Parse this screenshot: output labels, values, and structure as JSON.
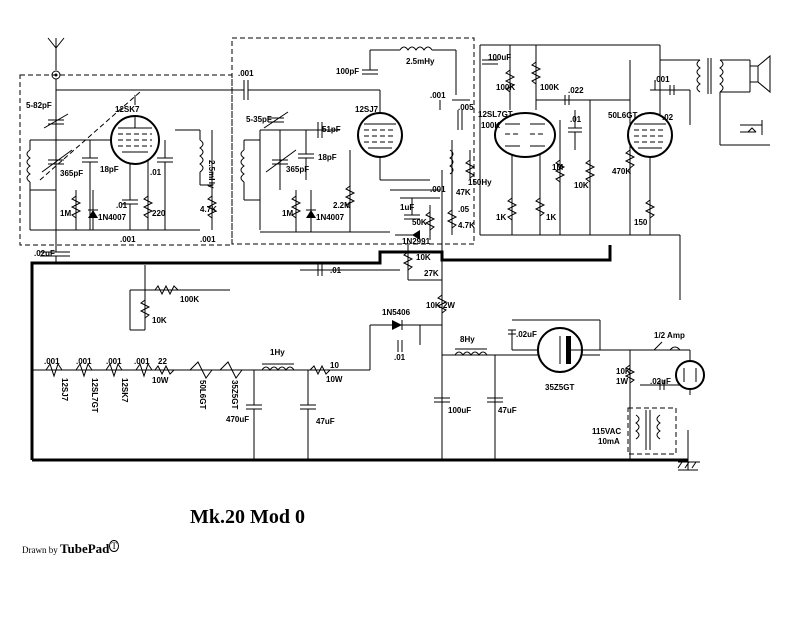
{
  "title": "Mk.20 Mod 0",
  "drawn_by": {
    "prefix": "Drawn by",
    "name": "TubePad",
    "mark": "T"
  },
  "tubes": [
    "12SK7",
    "12SJ7",
    "12SL7GT",
    "50L6GT",
    "35Z5GT"
  ],
  "heater_chain": [
    "12SJ7",
    "12SL7GT",
    "12SK7",
    "50L6GT",
    "35Z5GT"
  ],
  "components": {
    "c_5_82pF": "5-82pF",
    "c_365pF_a": "365pF",
    "c_18pF_a": "18pF",
    "c_01_a": ".01",
    "c_01_b": ".01",
    "r_1M_a": "1M",
    "d_1N4007_a": "1N4007",
    "r_220": "220",
    "l_2_5mHy_a": "2.5mHy",
    "r_4_7K_a": "4.7K",
    "c_001_a": ".001",
    "c_001_b": ".001",
    "c_02uF": ".02uF",
    "c_001_top": ".001",
    "c_5_35pF": "5-35pF",
    "c_365pF_b": "365pF",
    "c_51pF": "51pF",
    "c_18pF_b": "18pF",
    "r_2_2M": "2.2M",
    "r_1M_b": "1M",
    "d_1N4007_b": "1N4007",
    "c_100pF": "100pF",
    "l_2_5mHy_b": "2.5mHy",
    "c_001_c": ".001",
    "c_001_d": ".001",
    "c_005": ".005",
    "r_100K_a": "100K",
    "l_150Hy": "150Hy",
    "r_47K": "47K",
    "c_1uF": "1uF",
    "r_50K": "50K",
    "d_1N2991": "1N2991",
    "c_05": ".05",
    "r_4_7K_b": "4.7K",
    "r_1K_a": "1K",
    "r_1K_b": "1K",
    "c_100uF_a": "100uF",
    "r_100K_b": "100K",
    "r_100K_c": "100K",
    "c_022": ".022",
    "c_01_c": ".01",
    "r_1M_c": "1M",
    "r_10K_a": "10K",
    "r_470K": "470K",
    "c_001_e": ".001",
    "c_02": ".02",
    "r_150": "150",
    "r_10K_b": "10K",
    "r_27K": "27K",
    "c_01_d": ".01",
    "r_100K_d": "100K",
    "r_10K_c": "10K",
    "r_10K_2W": "10K  2W",
    "d_1N5406": "1N5406",
    "c_01_e": ".01",
    "l_8Hy": "8Hy",
    "c_02uF_b": ".02uF",
    "c_001_h1": ".001",
    "c_001_h2": ".001",
    "c_001_h3": ".001",
    "c_001_h4": ".001",
    "r_22": "22",
    "r_10W_a": "10W",
    "l_1Hy": "1Hy",
    "r_10": "10",
    "r_10W_b": "10W",
    "c_470uF": "470uF",
    "c_47uF_a": "47uF",
    "c_100uF_b": "100uF",
    "c_47uF_b": "47uF",
    "fuse": "1/2 Amp",
    "r_10K_1W_a": "10K",
    "r_10K_1W_b": "1W",
    "c_02uF_c": ".02uF",
    "neon_a": "115VAC",
    "neon_b": "10mA"
  }
}
